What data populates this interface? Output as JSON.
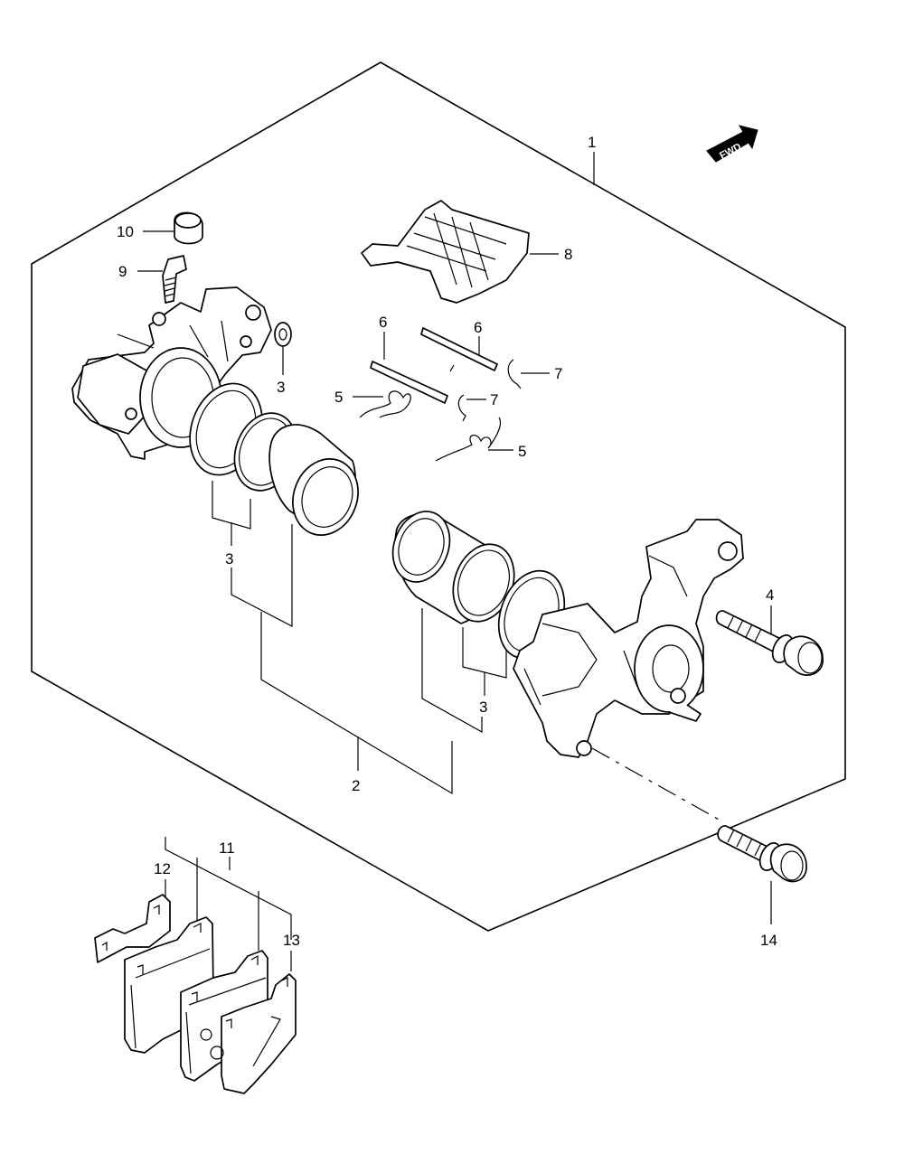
{
  "fwd_indicator": {
    "text": "FWD"
  },
  "callouts": {
    "c1": "1",
    "c2": "2",
    "c3a": "3",
    "c3b": "3",
    "c3c": "3",
    "c4": "4",
    "c5a": "5",
    "c5b": "5",
    "c6a": "6",
    "c6b": "6",
    "c7a": "7",
    "c7b": "7",
    "c8": "8",
    "c9": "9",
    "c10": "10",
    "c11": "11",
    "c12": "12",
    "c13": "13",
    "c14": "14"
  }
}
